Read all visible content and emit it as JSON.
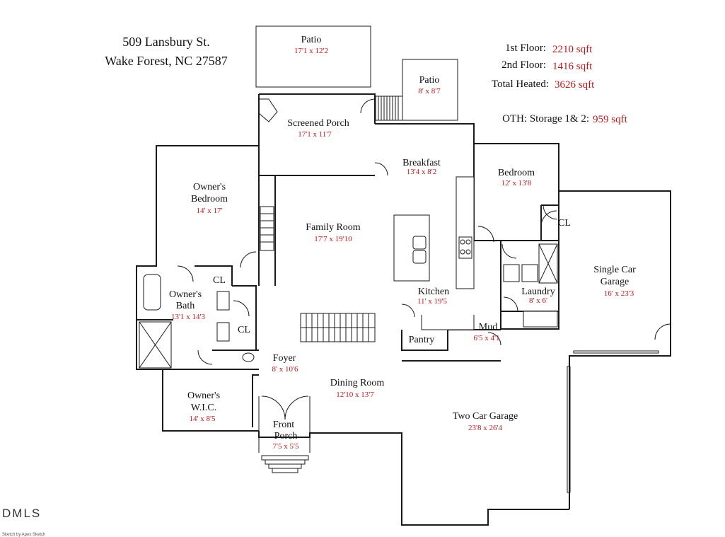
{
  "address": {
    "line1": "509 Lansbury St.",
    "line2": "Wake Forest, NC 27587"
  },
  "stats": [
    {
      "label": "1st Floor:",
      "value": "2210 sqft"
    },
    {
      "label": "2nd Floor:",
      "value": "1416 sqft"
    },
    {
      "label": "Total Heated:",
      "value": "3626 sqft"
    },
    {
      "label": "OTH: Storage 1& 2:",
      "value": "959 sqft"
    }
  ],
  "rooms": {
    "patio_top": {
      "name": "Patio",
      "dim": "17'1 x 12'2"
    },
    "patio_small": {
      "name": "Patio",
      "dim": "8' x 8'7"
    },
    "screened_porch": {
      "name": "Screened Porch",
      "dim": "17'1 x 11'7"
    },
    "breakfast": {
      "name": "Breakfast",
      "dim": "13'4 x 8'2"
    },
    "bedroom": {
      "name": "Bedroom",
      "dim": "12' x 13'8"
    },
    "owners_bedroom": {
      "name_line1": "Owner's",
      "name_line2": "Bedroom",
      "dim": "14' x 17'"
    },
    "family_room": {
      "name": "Family Room",
      "dim": "17'7 x 19'10"
    },
    "owners_bath": {
      "name_line1": "Owner's",
      "name_line2": "Bath",
      "dim": "13'1 x 14'3"
    },
    "kitchen": {
      "name": "Kitchen",
      "dim": "11' x 19'5"
    },
    "laundry": {
      "name": "Laundry",
      "dim": "8' x 6'"
    },
    "single_garage": {
      "name_line1": "Single Car",
      "name_line2": "Garage",
      "dim": "16' x 23'3"
    },
    "mud": {
      "name": "Mud",
      "dim": "6'5 x 4'1"
    },
    "pantry": {
      "name": "Pantry"
    },
    "foyer": {
      "name": "Foyer",
      "dim": "8' x 10'6"
    },
    "dining": {
      "name": "Dining Room",
      "dim": "12'10 x 13'7"
    },
    "owners_wic": {
      "name_line1": "Owner's",
      "name_line2": "W.I.C.",
      "dim": "14' x 8'5"
    },
    "front_porch": {
      "name_line1": "Front",
      "name_line2": "Porch",
      "dim": "7'5 x 5'5"
    },
    "two_car_garage": {
      "name": "Two Car Garage",
      "dim": "23'8 x 26'4"
    }
  },
  "closets": {
    "cl_bedroom": "CL",
    "cl_bath_top": "CL",
    "cl_bath_mid": "CL"
  },
  "branding": {
    "logo": "DMLS",
    "credit": "Sketch by Apex Sketch"
  }
}
